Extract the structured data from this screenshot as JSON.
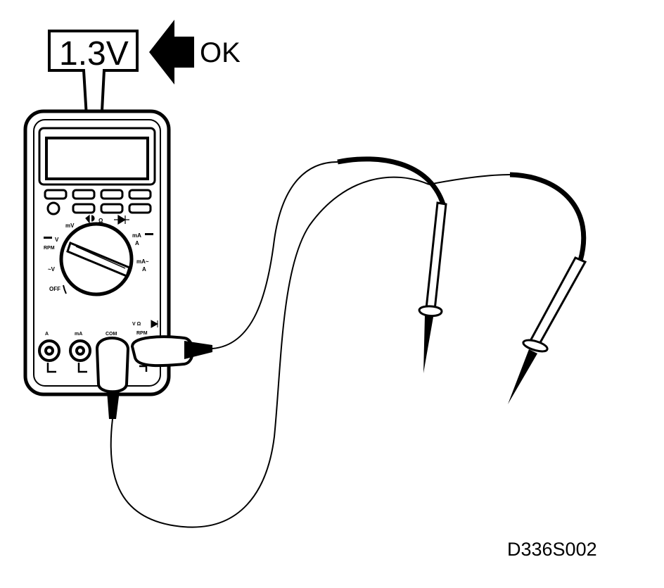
{
  "callout": {
    "reading": "1.3V",
    "status": "OK"
  },
  "meter": {
    "dial_labels": {
      "mv": "mV",
      "ohm": "Ω",
      "v_top": "V",
      "rpm": "RPM",
      "ac_v": "~V",
      "off": "OFF",
      "ma": "mA",
      "a": "A",
      "ma_ac": "mA~",
      "a2": "A"
    },
    "jacks": {
      "a": "A",
      "ma": "mA",
      "com": "COM",
      "v_ohm": "V  Ω",
      "rpm": "RPM"
    }
  },
  "figure_code": "D336S002"
}
